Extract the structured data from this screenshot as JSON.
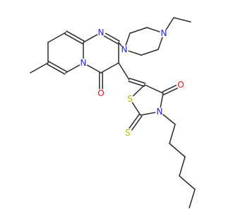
{
  "molecule": {
    "colors": {
      "carbon_bond": "#2b2b2b",
      "nitrogen": "#2222ee",
      "oxygen": "#ee1111",
      "sulfur": "#b8b800"
    },
    "atoms": [
      {
        "id": "n_ring",
        "element": "nitrogen",
        "text": "N"
      },
      {
        "id": "n_pyr",
        "element": "nitrogen",
        "text": "N"
      },
      {
        "id": "n_pip1",
        "element": "nitrogen",
        "text": "N"
      },
      {
        "id": "n_pip2",
        "element": "nitrogen",
        "text": "N"
      },
      {
        "id": "n_thz",
        "element": "nitrogen",
        "text": "N"
      },
      {
        "id": "o_pyr",
        "element": "oxygen",
        "text": "O"
      },
      {
        "id": "o_thz",
        "element": "oxygen",
        "text": "O"
      },
      {
        "id": "s_ring",
        "element": "sulfur",
        "text": "S"
      },
      {
        "id": "s_thione",
        "element": "sulfur",
        "text": "S"
      }
    ]
  }
}
